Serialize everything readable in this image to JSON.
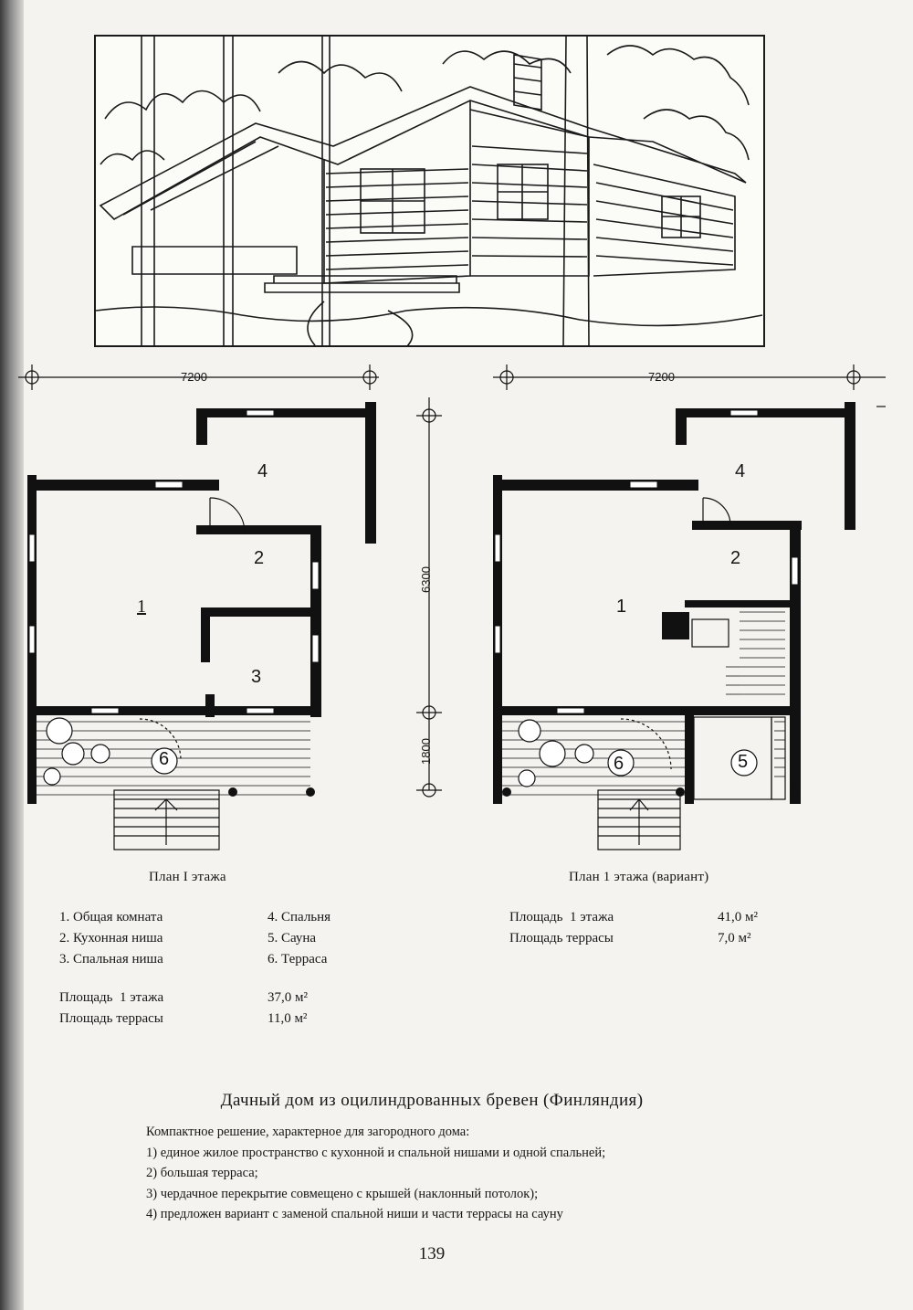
{
  "dimensions": {
    "plan1_width": "7200",
    "plan1_depth": "6300",
    "plan1_terrace_depth": "1800",
    "plan2_width": "7200"
  },
  "plan1": {
    "caption": "План I этажа",
    "room_labels": {
      "r1": "1",
      "r2": "2",
      "r3": "3",
      "r4": "4",
      "r6": "6"
    }
  },
  "plan2": {
    "caption": "План 1 этажа (вариант)",
    "room_labels": {
      "r1": "1",
      "r2": "2",
      "r4": "4",
      "r5": "5",
      "r6": "6"
    }
  },
  "legend": {
    "col1": [
      "1. Общая комната",
      "2. Кухонная ниша",
      "3. Спальная ниша"
    ],
    "col2": [
      "4. Спальня",
      "5. Сауна",
      "6. Терраса"
    ]
  },
  "areas_plan1": {
    "floor_label": "Площадь  1 этажа",
    "floor_value": "37,0 м²",
    "terrace_label": "Площадь террасы",
    "terrace_value": "11,0 м²"
  },
  "areas_plan2": {
    "floor_label": "Площадь  1 этажа",
    "floor_value": "41,0 м²",
    "terrace_label": "Площадь террасы",
    "terrace_value": "7,0 м²"
  },
  "title": "Дачный дом из оцилиндрованных бревен (Финляндия)",
  "description": {
    "intro": "Компактное решение, характерное для загородного дома:",
    "points": [
      "1) единое жилое пространство с кухонной и спальной нишами и одной спальней;",
      "2) большая терраса;",
      "3) чердачное перекрытие совмещено с крышей (наклонный потолок);",
      "4) предложен вариант с заменой спальной ниши и части террасы на сауну"
    ]
  },
  "page_number": "139"
}
